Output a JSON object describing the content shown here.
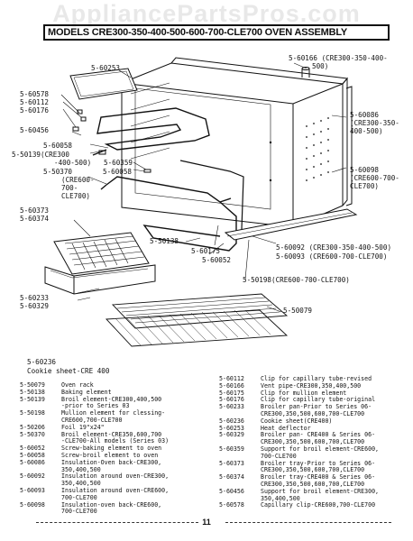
{
  "watermark": "AppliancePartsPros.com",
  "title": "MODELS CRE300-350-400-500-600-700-CLE700    OVEN ASSEMBLY",
  "callouts": [
    {
      "id": "c1",
      "text": "5-60253"
    },
    {
      "id": "c2",
      "text": "5-60578"
    },
    {
      "id": "c3",
      "text": "5-60112"
    },
    {
      "id": "c4",
      "text": "5-60176"
    },
    {
      "id": "c5",
      "text": "5-60456"
    },
    {
      "id": "c6",
      "text": "5-60058"
    },
    {
      "id": "c7",
      "text": "5-50139(CRE300"
    },
    {
      "id": "c8",
      "text": "-400-500)"
    },
    {
      "id": "c9",
      "text": "5-60359"
    },
    {
      "id": "c10",
      "text": "5-50370"
    },
    {
      "id": "c11",
      "text": "(CRE600-"
    },
    {
      "id": "c12",
      "text": "700-"
    },
    {
      "id": "c13",
      "text": "CLE700)"
    },
    {
      "id": "c14",
      "text": "5-60058"
    },
    {
      "id": "c15",
      "text": "5-60166 (CRE300-350-400-"
    },
    {
      "id": "c16",
      "text": "500)"
    },
    {
      "id": "c17",
      "text": "5-60086"
    },
    {
      "id": "c18",
      "text": "(CRE300-350-"
    },
    {
      "id": "c19",
      "text": "400-500)"
    },
    {
      "id": "c20",
      "text": "5-60098"
    },
    {
      "id": "c21",
      "text": "(CRE600-700-"
    },
    {
      "id": "c22",
      "text": "CLE700)"
    },
    {
      "id": "c23",
      "text": "5-60373"
    },
    {
      "id": "c24",
      "text": "5-60374"
    },
    {
      "id": "c25",
      "text": "5-50138"
    },
    {
      "id": "c26",
      "text": "5-60175"
    },
    {
      "id": "c27",
      "text": "5-60052"
    },
    {
      "id": "c28",
      "text": "5-60092 (CRE300-350-400-500)"
    },
    {
      "id": "c29",
      "text": "5-60093 (CRE600-700-CLE700)"
    },
    {
      "id": "c30",
      "text": "5-60233"
    },
    {
      "id": "c31",
      "text": "5-60329"
    },
    {
      "id": "c32",
      "text": "5-50198(CRE600-700-CLE700)"
    },
    {
      "id": "c33",
      "text": "5-50079"
    },
    {
      "id": "c34",
      "text": "5-60236"
    },
    {
      "id": "c35",
      "text": "Cookie sheet-CRE 400"
    }
  ],
  "parts_left": [
    {
      "pn": "5-50079",
      "desc": [
        "Oven rack"
      ]
    },
    {
      "pn": "5-50138",
      "desc": [
        "Baking element"
      ]
    },
    {
      "pn": "5-50139",
      "desc": [
        "Broil element-CRE300,400,500",
        "-prior to Series 03"
      ]
    },
    {
      "pn": "5-50198",
      "desc": [
        "Mullion element for clessing-",
        "CRE600,700-CLE700"
      ]
    },
    {
      "pn": "5-50206",
      "desc": [
        "Foil 19\"x24\""
      ]
    },
    {
      "pn": "5-50370",
      "desc": [
        "Broil element-CRE350,600,700",
        "-CLE700-All models (Series 03)"
      ]
    },
    {
      "pn": "5-60052",
      "desc": [
        "Screw-baking element to oven"
      ]
    },
    {
      "pn": "5-60058",
      "desc": [
        "Screw-broil element to oven"
      ]
    },
    {
      "pn": "5-60086",
      "desc": [
        "Insulation-Oven back-CRE300,",
        "350,400,500"
      ]
    },
    {
      "pn": "5-60092",
      "desc": [
        "Insulation around oven-CRE300,",
        "350,400,500"
      ]
    },
    {
      "pn": "5-60093",
      "desc": [
        "Insulation around oven-CRE600,",
        "700-CLE700"
      ]
    },
    {
      "pn": "5-60098",
      "desc": [
        "Insulation-oven back-CRE600,",
        "700-CLE700"
      ]
    }
  ],
  "parts_right": [
    {
      "pn": "5-60112",
      "desc": [
        "Clip for capillary tube-revised"
      ]
    },
    {
      "pn": "5-60166",
      "desc": [
        "Vent pipe-CRE300,350,400,500"
      ]
    },
    {
      "pn": "5-60175",
      "desc": [
        "Clip for mullion element"
      ]
    },
    {
      "pn": "5-60176",
      "desc": [
        "Clip for capillary tube-original"
      ]
    },
    {
      "pn": "5-60233",
      "desc": [
        "Broiler pan-Prior to Series 06-",
        "CRE300,350,500,600,700-CLE700"
      ]
    },
    {
      "pn": "5-60236",
      "desc": [
        "Cookie sheet(CRE400)"
      ]
    },
    {
      "pn": "5-60253",
      "desc": [
        "Heat deflector"
      ]
    },
    {
      "pn": "5-60329",
      "desc": [
        "Broiler pan- CRE400 & Series 06-",
        "CRE300,350,500,600,700,CLE700"
      ]
    },
    {
      "pn": "5-60359",
      "desc": [
        "Support for broil element-CRE600,",
        "700-CLE700"
      ]
    },
    {
      "pn": "5-60373",
      "desc": [
        "Broiler tray-Prior to Series 06-",
        "CRE300,350,500,600,700,CLE700"
      ]
    },
    {
      "pn": "5-60374",
      "desc": [
        "Broiler tray-CRE400 & Series 06-",
        "CRE300,350,500,600,700,CLE700"
      ]
    },
    {
      "pn": "5-60456",
      "desc": [
        "Support for broil element-CRE300,",
        "350,400,500"
      ]
    },
    {
      "pn": "5-60578",
      "desc": [
        "Capillary clip-CRE600,700-CLE700"
      ]
    }
  ],
  "page_number": "11"
}
